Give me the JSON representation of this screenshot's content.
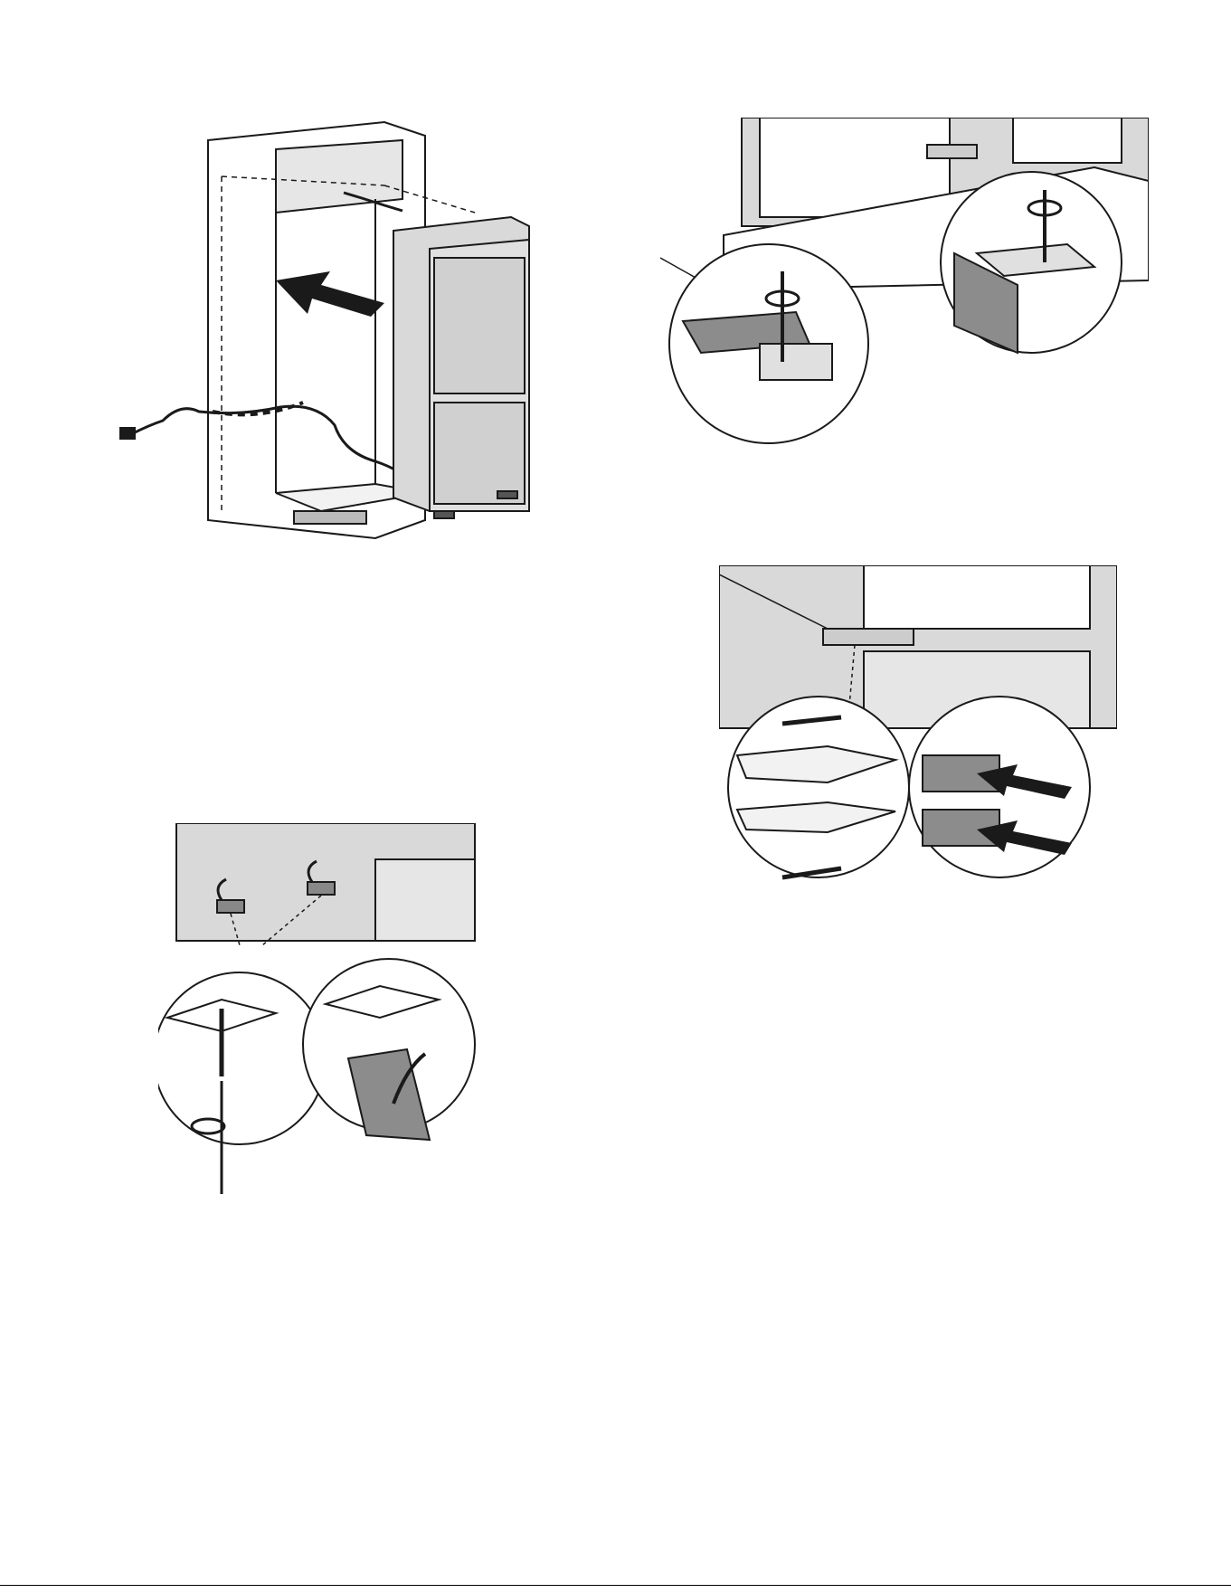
{
  "page": {
    "background": "#ffffff",
    "ink_color": "#1a1a1a",
    "panel_fill": "#d9d9d9",
    "part_fill": "#8c8c8c"
  },
  "figures": [
    {
      "name": "insert-appliance-into-cabinet"
    },
    {
      "name": "top-bracket-screw-detail"
    },
    {
      "name": "bottom-clip-screw-detail"
    },
    {
      "name": "door-hinge-screw-detail"
    }
  ]
}
